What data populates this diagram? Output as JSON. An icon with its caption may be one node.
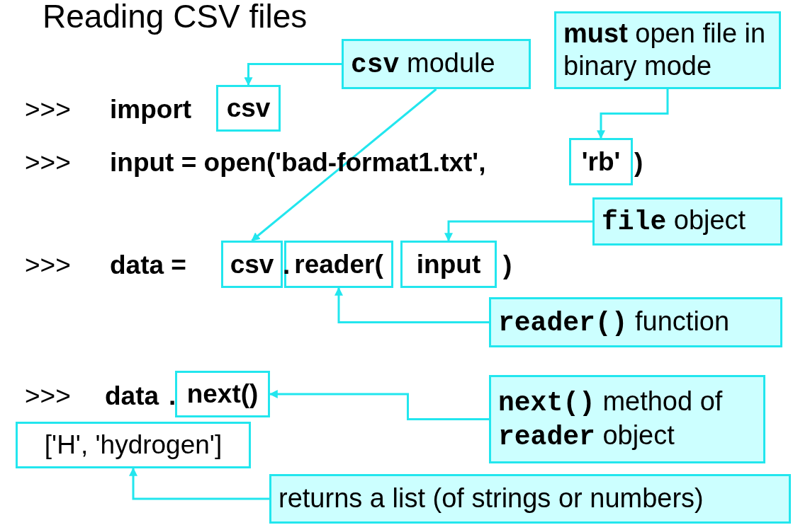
{
  "diagram": {
    "title": "Reading CSV files",
    "nodes": [
      {
        "text": [
          "csv"
        ]
      },
      {
        "text": [
          "'rb'"
        ]
      },
      {
        "text": [
          "csv"
        ]
      },
      {
        "text": [
          "reader("
        ]
      },
      {
        "text": [
          "input"
        ]
      },
      {
        "text": [
          "next()"
        ]
      },
      {
        "text": [
          "['H', 'hydrogen']"
        ]
      },
      {
        "text": [
          "**csv** module"
        ]
      },
      {
        "text": [
          "**must** open file in binary mode"
        ]
      },
      {
        "text": [
          "**file** object"
        ]
      },
      {
        "text": [
          "**reader()** function"
        ]
      },
      {
        "text": [
          "**next()** method of **reader** object"
        ]
      },
      {
        "text": [
          "returns a list (of strings or numbers)"
        ]
      }
    ],
    "edges": [
      {
        "from": 7,
        "to": 0,
        "arrow": "to"
      },
      {
        "from": 7,
        "to": 2,
        "arrow": "to"
      },
      {
        "from": 8,
        "to": 1,
        "arrow": "to"
      },
      {
        "from": 9,
        "to": 4,
        "arrow": "to"
      },
      {
        "from": 10,
        "to": 3,
        "arrow": "to"
      },
      {
        "from": 11,
        "to": 5,
        "arrow": "to"
      },
      {
        "from": 12,
        "to": 6,
        "arrow": "to"
      }
    ],
    "labels": [
      ">>>",
      "import",
      ">>>",
      "input = open('bad-format1.txt',",
      ")",
      ">>>",
      "data =",
      ".",
      ")",
      ">>>",
      "data",
      "."
    ]
  }
}
